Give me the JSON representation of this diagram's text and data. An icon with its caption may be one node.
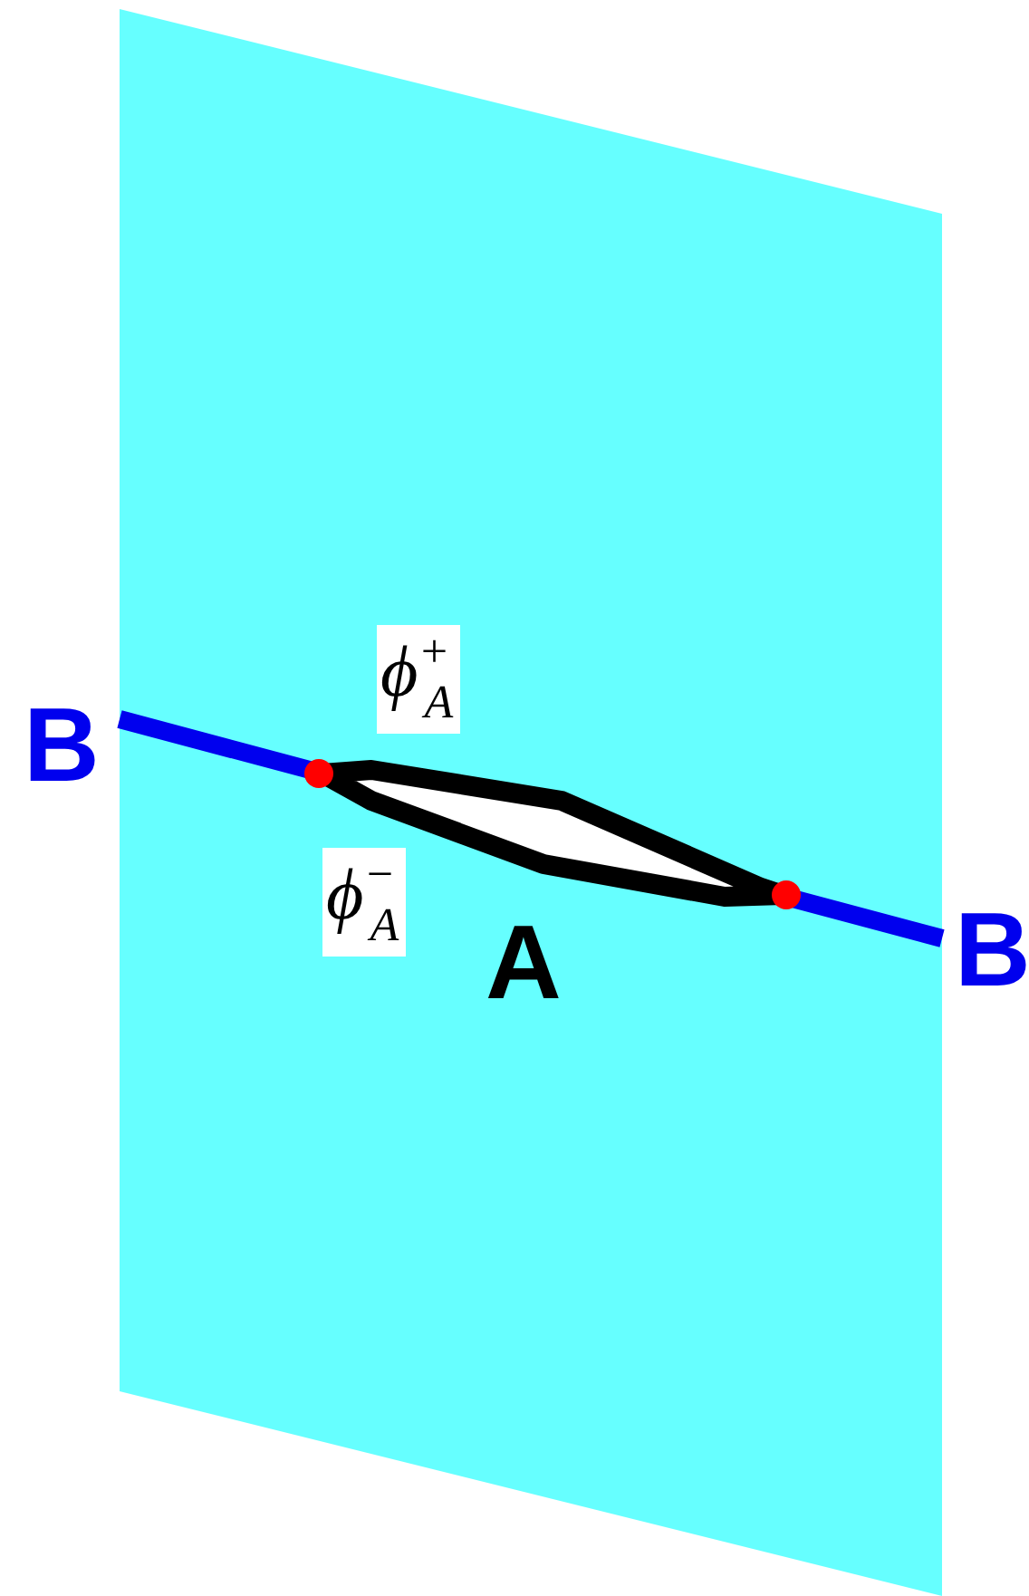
{
  "diagram": {
    "labels": [
      "ϕ$^{+}$$_{A}$",
      "B",
      "ϕ$^{−}$$_{A}$",
      "B",
      "A"
    ]
  }
}
